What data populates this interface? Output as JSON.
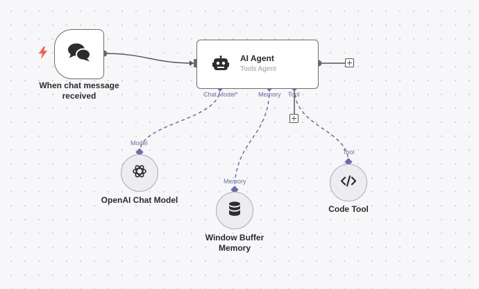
{
  "nodes": {
    "trigger": {
      "label": "When chat message received",
      "icon": "chat-bubbles-icon"
    },
    "agent": {
      "title": "AI Agent",
      "subtitle": "Tools Agent",
      "icon": "robot-icon"
    },
    "openai": {
      "label": "OpenAI Chat Model",
      "icon": "openai-logo-icon"
    },
    "memory": {
      "label": "Window Buffer Memory",
      "icon": "database-icon"
    },
    "codetool": {
      "label": "Code Tool",
      "icon": "code-icon"
    }
  },
  "ports": {
    "chat_model": "Chat Model",
    "chat_model_required": "*",
    "memory": "Memory",
    "tool": "Tool",
    "model_input": "Model",
    "memory_input": "Memory",
    "tool_input": "Tool"
  },
  "colors": {
    "connection": "#555555",
    "sub_connection": "#6c6ca8",
    "trigger_bolt": "#ff5a4d",
    "required": "#e2465c",
    "sub_node_fill": "#ececf1"
  }
}
